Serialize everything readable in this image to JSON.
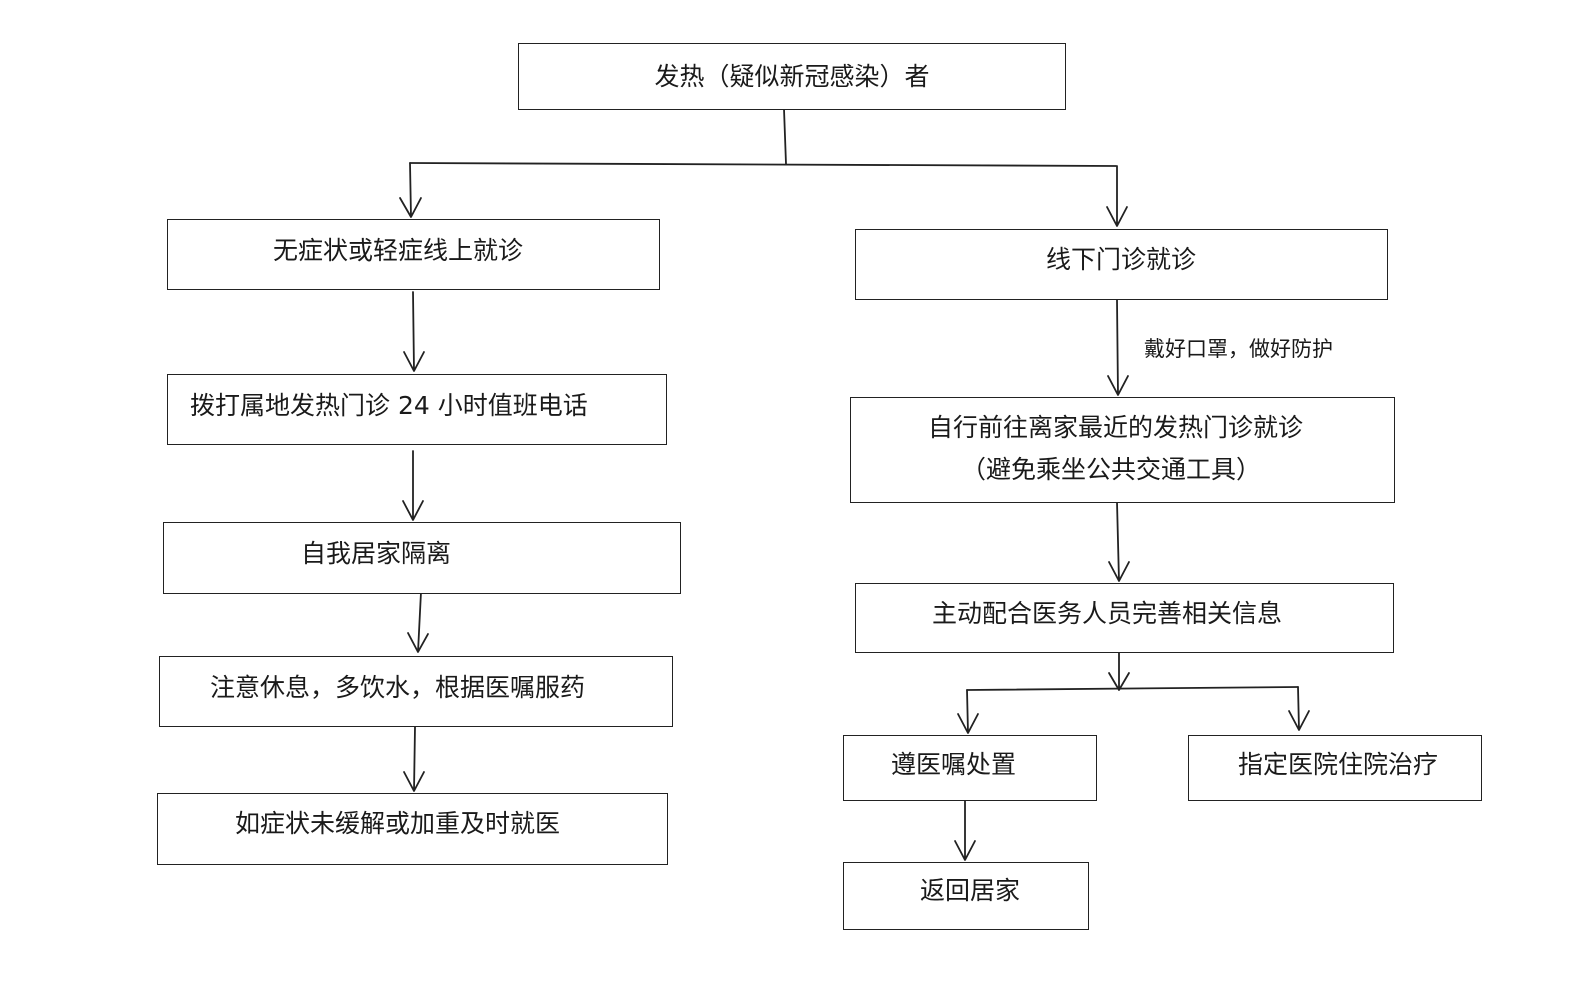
{
  "flowchart": {
    "root": "发热（疑似新冠感染）者",
    "left_branch": {
      "step1": "无症状或轻症线上就诊",
      "step2": "拨打属地发热门诊 24 小时值班电话",
      "step3": "自我居家隔离",
      "step4": "注意休息，多饮水，根据医嘱服药",
      "step5": "如症状未缓解或加重及时就医"
    },
    "right_branch": {
      "step1": "线下门诊就诊",
      "note": "戴好口罩，做好防护",
      "step2_line1": "自行前往离家最近的发热门诊就诊",
      "step2_line2": "（避免乘坐公共交通工具）",
      "step3": "主动配合医务人员完善相关信息",
      "option_a": "遵医嘱处置",
      "option_b": "指定医院住院治疗",
      "option_a_next": "返回居家"
    }
  }
}
